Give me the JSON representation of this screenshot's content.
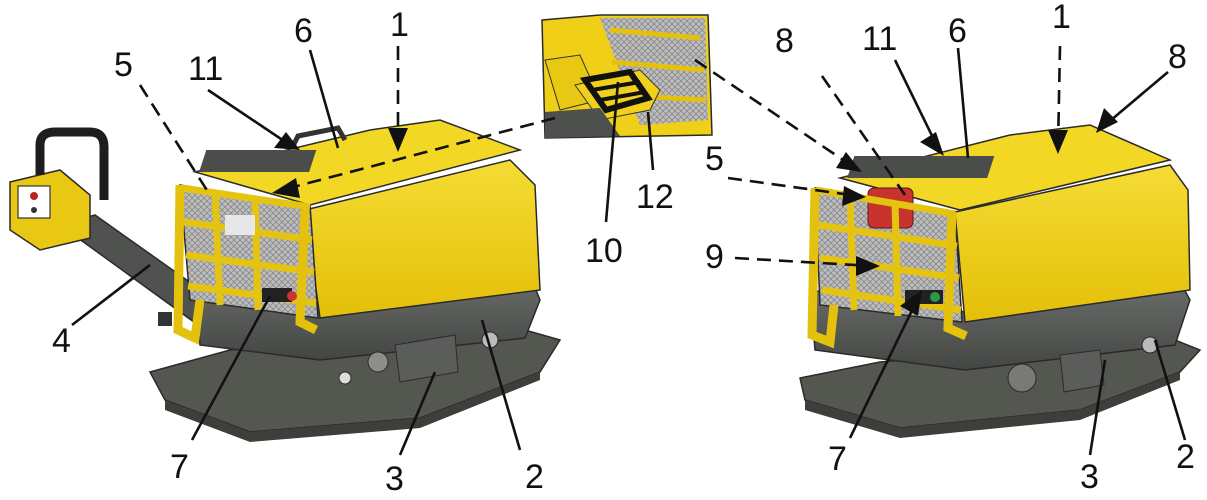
{
  "figure": {
    "part_labels": {
      "l1": "1",
      "l2": "2",
      "l3": "3",
      "l4": "4",
      "l5": "5",
      "l6": "6",
      "l7": "7",
      "l8": "8",
      "l9": "9",
      "l10": "10",
      "l11": "11",
      "l12": "12"
    }
  },
  "colors": {
    "body_yellow": "#f2d21c",
    "base_gray": "#5f625e",
    "cage_metal": "#c9c9c9",
    "line_black": "#111111"
  }
}
